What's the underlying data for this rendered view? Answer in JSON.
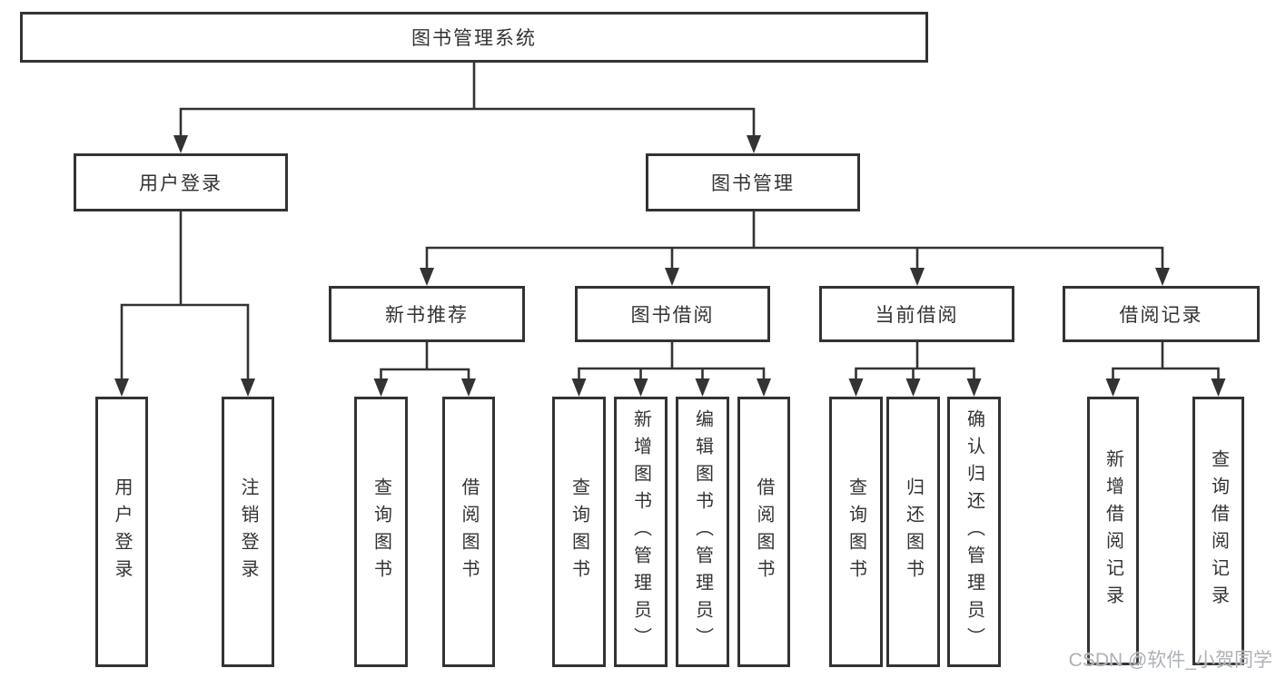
{
  "diagram_type": "tree-structure-chart",
  "colors": {
    "line": "#333333",
    "border": "#333333",
    "text": "#333333",
    "background": "#ffffff",
    "watermark": "#aeb1b6"
  },
  "nodes": {
    "root": {
      "label": "图书管理系统"
    },
    "user_login": {
      "label": "用户登录"
    },
    "book_mgmt": {
      "label": "图书管理"
    },
    "new_book_rec": {
      "label": "新书推荐"
    },
    "book_borrow": {
      "label": "图书借阅"
    },
    "current_borrow": {
      "label": "当前借阅"
    },
    "borrow_records": {
      "label": "借阅记录"
    },
    "leaf_user_login": {
      "label": "用户登录"
    },
    "leaf_logout": {
      "label": "注销登录"
    },
    "leaf_nbr_query": {
      "label": "查询图书"
    },
    "leaf_nbr_borrow": {
      "label": "借阅图书"
    },
    "leaf_bb_query": {
      "label": "查询图书"
    },
    "leaf_bb_add": {
      "label": "新增图书（管理员）"
    },
    "leaf_bb_edit": {
      "label": "编辑图书（管理员）"
    },
    "leaf_bb_borrow": {
      "label": "借阅图书"
    },
    "leaf_cb_query": {
      "label": "查询图书"
    },
    "leaf_cb_return": {
      "label": "归还图书"
    },
    "leaf_cb_confirm": {
      "label": "确认归还（管理员）"
    },
    "leaf_br_add": {
      "label": "新增借阅记录"
    },
    "leaf_br_query": {
      "label": "查询借阅记录"
    }
  },
  "hierarchy": {
    "图书管理系统": {
      "用户登录": [
        "用户登录",
        "注销登录"
      ],
      "图书管理": {
        "新书推荐": [
          "查询图书",
          "借阅图书"
        ],
        "图书借阅": [
          "查询图书",
          "新增图书（管理员）",
          "编辑图书（管理员）",
          "借阅图书"
        ],
        "当前借阅": [
          "查询图书",
          "归还图书",
          "确认归还（管理员）"
        ],
        "借阅记录": [
          "新增借阅记录",
          "查询借阅记录"
        ]
      }
    }
  },
  "watermark": "CSDN @软件_小贺同学"
}
